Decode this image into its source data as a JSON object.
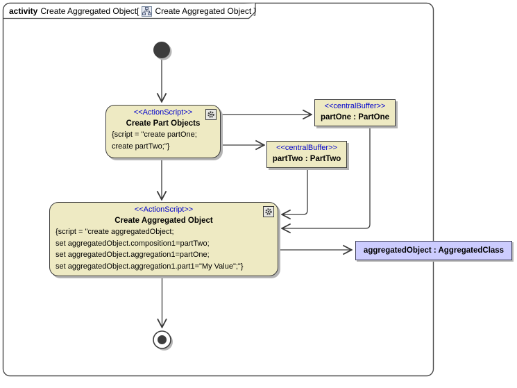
{
  "frame": {
    "keyword": "activity",
    "title": "Create Aggregated Object[",
    "diagram_name": "Create Aggregated Object ]"
  },
  "nodes": {
    "create_part_objects": {
      "stereotype": "<<ActionScript>>",
      "name": "Create Part Objects",
      "script": [
        "{script = \"create partOne;",
        "create partTwo;\"}"
      ]
    },
    "part_one_buffer": {
      "stereotype": "<<centralBuffer>>",
      "label": "partOne : PartOne"
    },
    "part_two_buffer": {
      "stereotype": "<<centralBuffer>>",
      "label": "partTwo : PartTwo"
    },
    "create_aggregated_object": {
      "stereotype": "<<ActionScript>>",
      "name": "Create Aggregated Object",
      "script": [
        "{script = \"create aggregatedObject;",
        "set aggregatedObject.composition1=partTwo;",
        "set aggregatedObject.aggregation1=partOne;",
        "set aggregatedObject.aggregation1.part1=\"My Value\";\"}"
      ]
    },
    "aggregated_object": {
      "label": "aggregatedObject : AggregatedClass"
    }
  },
  "colors": {
    "node_fill": "#eeeac3",
    "node_border": "#3a3a3a",
    "stereotype_text": "#0000cc",
    "object_fill": "#ccccfe",
    "object_border": "#3c3c55",
    "shadow": "#b4b4b4",
    "line": "#3a3a3a",
    "frame_border": "#4a4a4a",
    "background": "#ffffff"
  }
}
